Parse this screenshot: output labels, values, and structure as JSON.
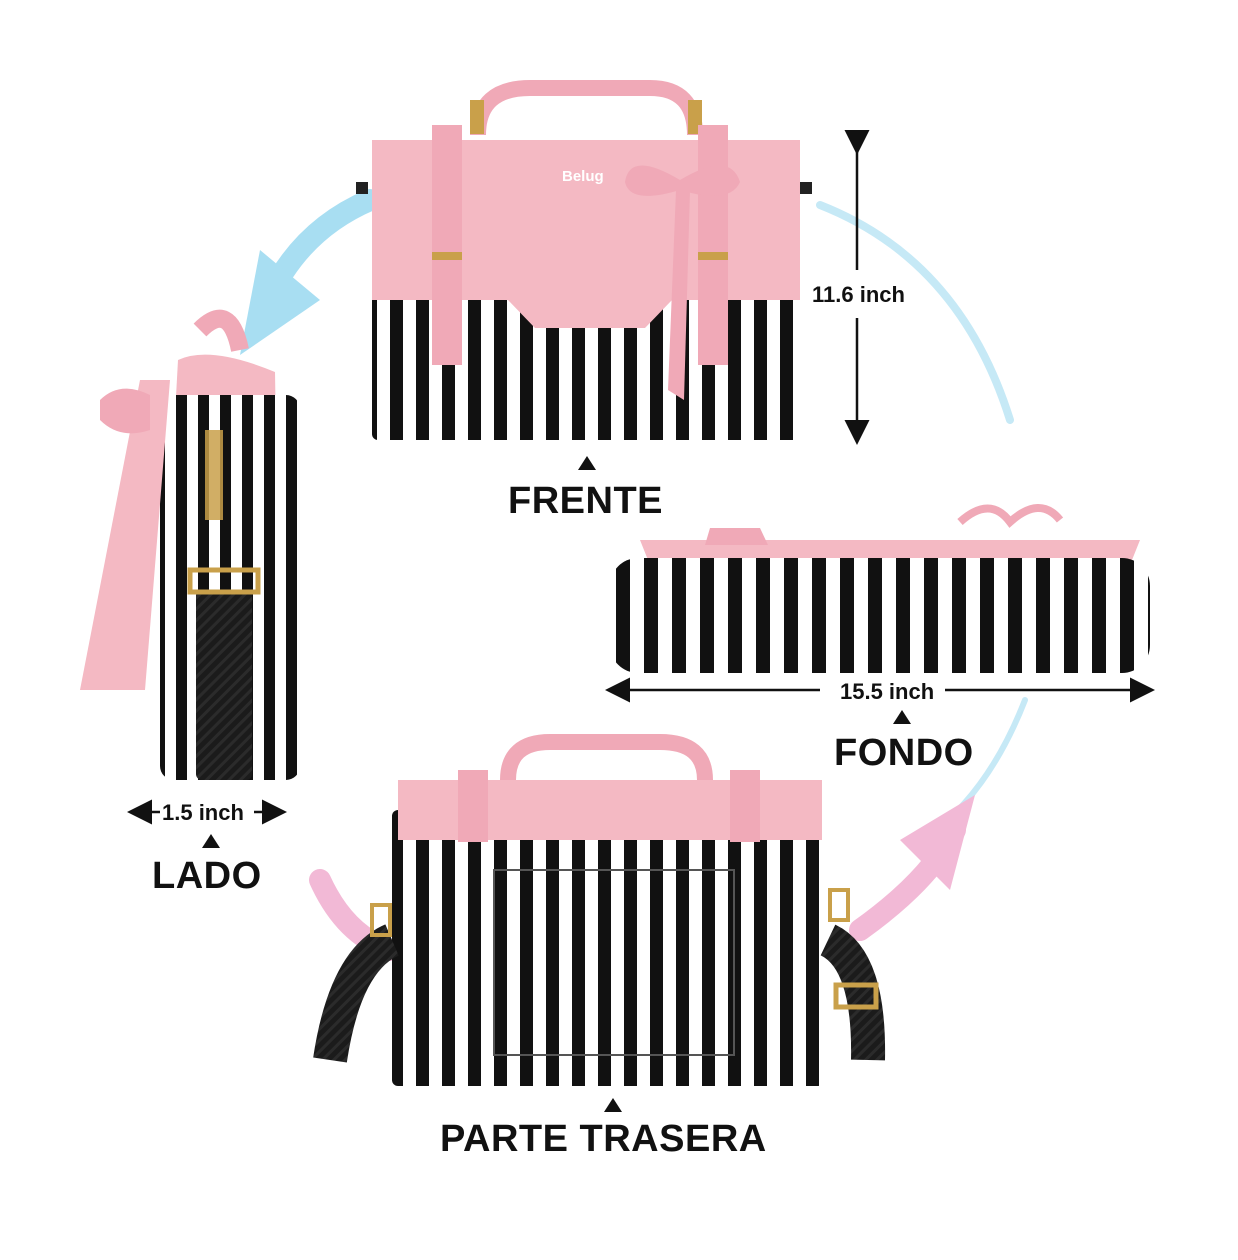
{
  "brand": {
    "logo_text": "Belug"
  },
  "views": {
    "front": "FRENTE",
    "side": "LADO",
    "bottom": "FONDO",
    "back": "PARTE TRASERA"
  },
  "dimensions": {
    "height": "11.6 inch",
    "width": "15.5 inch",
    "depth": "1.5 inch"
  },
  "colors": {
    "pink": "#f4b9c3",
    "black": "#111111",
    "gold": "#c9a04a",
    "arrow_blue": "#a8def2",
    "arrow_pink": "#f2b9d6"
  }
}
